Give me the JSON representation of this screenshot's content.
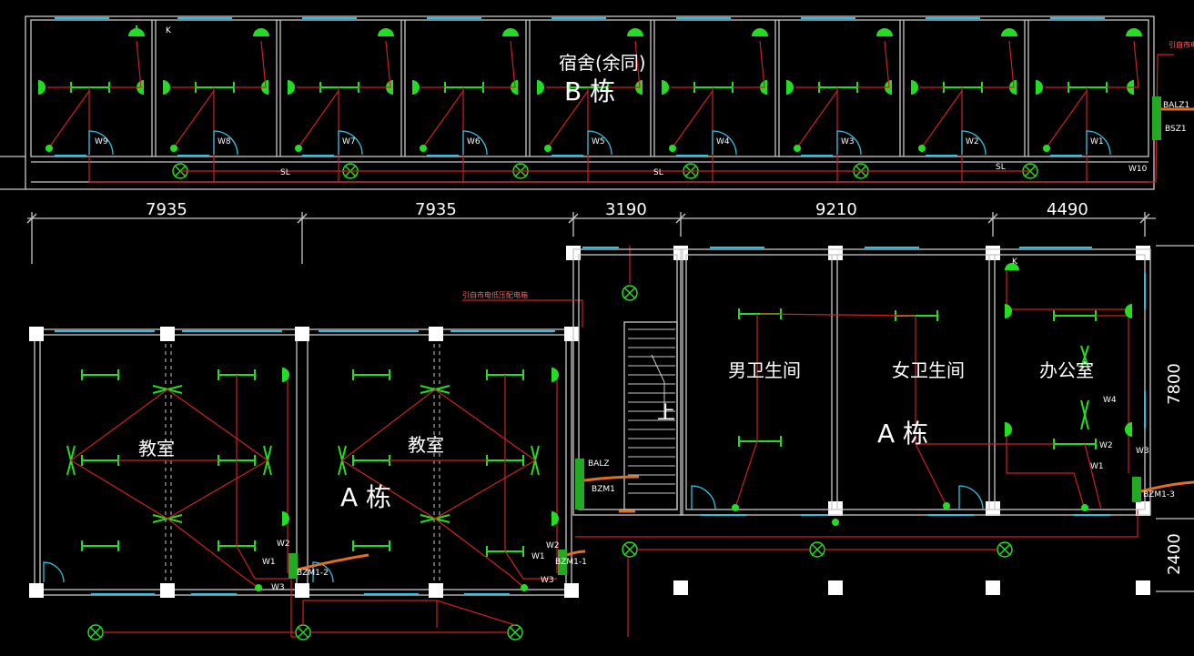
{
  "drawing": {
    "dimensions": {
      "top": [
        "7935",
        "7935",
        "3190",
        "9210",
        "4490"
      ],
      "right": [
        "7800",
        "2400"
      ]
    },
    "building_b": {
      "title": "B 栋",
      "room_label": "宿舍(余同)",
      "circuits": [
        "W9",
        "W8",
        "W7",
        "W6",
        "W5",
        "W4",
        "W3",
        "W2",
        "W1",
        "W10"
      ],
      "panel_labels": [
        "BALZ1",
        "BSZ1"
      ],
      "switch_label": "SL",
      "fan_tag": "K",
      "incoming_note": "引自市电"
    },
    "building_a": {
      "title": "A 栋",
      "rooms": [
        "教室",
        "教室",
        "男卫生间",
        "女卫生间",
        "办公室"
      ],
      "stair_label": "上",
      "panels": [
        "BALZ",
        "BZM1",
        "BZM1-1",
        "BZM1-2",
        "BZM1-3"
      ],
      "circuits": [
        "W1",
        "W2",
        "W3",
        "W4"
      ],
      "incoming_note": "引自市电低压配电箱",
      "fan_tag": "K"
    }
  }
}
